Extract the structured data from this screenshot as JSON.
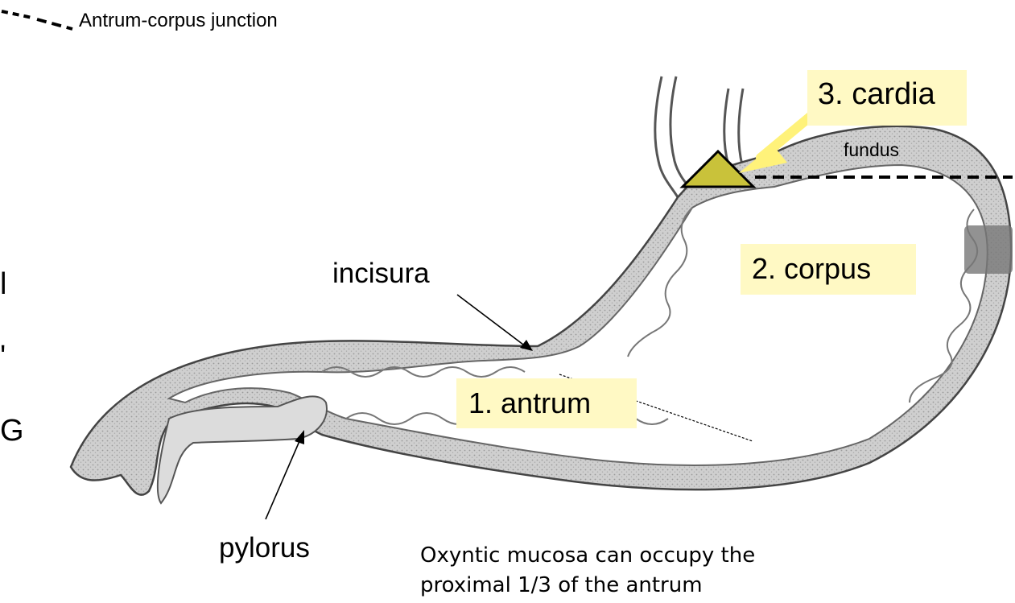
{
  "legend": {
    "label": "Antrum-corpus  junction"
  },
  "labels": {
    "cardia": "3. cardia",
    "fundus": "fundus",
    "corpus": "2. corpus",
    "antrum": "1. antrum",
    "incisura": "incisura",
    "pylorus": "pylorus"
  },
  "note": "Oxyntic mucosa can occupy the proximal 1/3 of the antrum",
  "edge_fragments": [
    "l",
    "'",
    "G"
  ],
  "colors": {
    "highlight": "#FFF9C4",
    "cardia_marker": "#C9C23A",
    "arrow": "#FFF27A",
    "stomach_wall": "#C8C8C8"
  }
}
